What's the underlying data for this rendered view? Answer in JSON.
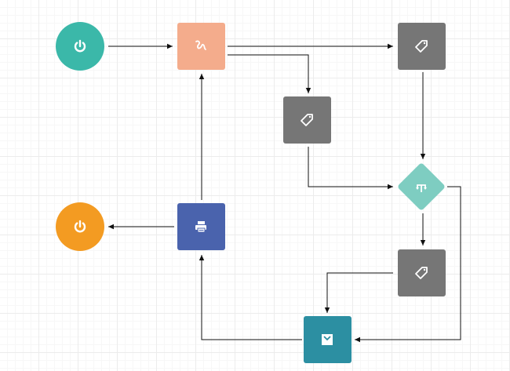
{
  "diagram": {
    "nodes": [
      {
        "id": "start",
        "shape": "circle",
        "icon": "power-icon",
        "color": "#3bb8a9"
      },
      {
        "id": "script",
        "shape": "square",
        "icon": "script-icon",
        "color": "#f4ac8c"
      },
      {
        "id": "tag-top",
        "shape": "square",
        "icon": "tag-icon",
        "color": "#767676"
      },
      {
        "id": "tag-mid",
        "shape": "square",
        "icon": "tag-icon",
        "color": "#767676"
      },
      {
        "id": "gateway",
        "shape": "diamond",
        "icon": "split-arrows-icon",
        "color": "#7ecdc1"
      },
      {
        "id": "tag-bottom",
        "shape": "square",
        "icon": "tag-icon",
        "color": "#767676"
      },
      {
        "id": "inbox",
        "shape": "square",
        "icon": "inbox-icon",
        "color": "#2c8fa2"
      },
      {
        "id": "printer",
        "shape": "square",
        "icon": "printer-icon",
        "color": "#4a63ad"
      },
      {
        "id": "end",
        "shape": "circle",
        "icon": "power-icon",
        "color": "#f39b22"
      }
    ],
    "edges": [
      {
        "from": "start",
        "to": "script"
      },
      {
        "from": "script",
        "to": "tag-top"
      },
      {
        "from": "script",
        "to": "tag-mid"
      },
      {
        "from": "tag-top",
        "to": "gateway"
      },
      {
        "from": "tag-mid",
        "to": "gateway"
      },
      {
        "from": "gateway",
        "to": "tag-bottom"
      },
      {
        "from": "gateway",
        "to": "inbox"
      },
      {
        "from": "tag-bottom",
        "to": "inbox"
      },
      {
        "from": "inbox",
        "to": "printer"
      },
      {
        "from": "printer",
        "to": "script"
      },
      {
        "from": "printer",
        "to": "end"
      }
    ]
  }
}
